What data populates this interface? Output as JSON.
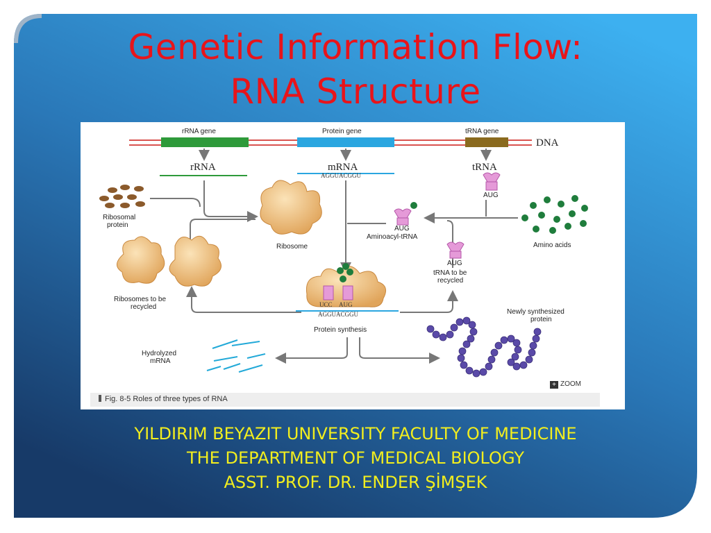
{
  "slide": {
    "title_line1": "Genetic Information Flow:",
    "title_line2": "RNA Structure",
    "colors": {
      "title": "#e8141a",
      "footer_text": "#f2ee1e",
      "bg_light": "#3aa8e8",
      "bg_dark": "#1a3f70"
    }
  },
  "figure": {
    "dna_label": "DNA",
    "genes": {
      "rrna": "rRNA gene",
      "protein": "Protein gene",
      "trna": "tRNA gene"
    },
    "rnas": {
      "rrna": "rRNA",
      "mrna": "mRNA",
      "trna": "tRNA"
    },
    "mrna_sequence": "AGGUACGGU",
    "codon_aug": "AUG",
    "anticodon_ucc": "UCC",
    "labels": {
      "ribosomal_protein": [
        "Ribosomal",
        "protein"
      ],
      "ribosome": "Ribosome",
      "aminoacyl_trna": "Aminoacyl-tRNA",
      "amino_acids": "Amino acids",
      "trna_recycled": [
        "tRNA to be",
        "recycled"
      ],
      "ribosomes_recycled": [
        "Ribosomes to be",
        "recycled"
      ],
      "protein_synthesis": "Protein synthesis",
      "newly_synthesized": [
        "Newly synthesized",
        "protein"
      ],
      "hydrolyzed_mrna": [
        "Hydrolyzed",
        "mRNA"
      ]
    },
    "caption": "Fig. 8-5 Roles of three types of RNA",
    "zoom_label": "ZOOM",
    "zoom_icon": "+"
  },
  "footer": {
    "line1": "YILDIRIM BEYAZIT UNIVERSITY FACULTY OF MEDICINE",
    "line2": "THE DEPARTMENT OF MEDICAL BIOLOGY",
    "line3": "ASST. PROF. DR. ENDER ŞİMŞEK"
  }
}
